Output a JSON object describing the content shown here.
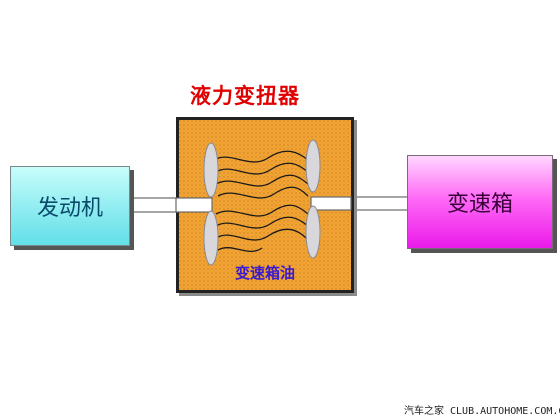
{
  "title": "液力变扭器",
  "engine_label": "发动机",
  "gearbox_label": "变速箱",
  "oil_label": "变速箱油",
  "footer_text": "汽车之家 CLUB.AUTOHOME.COM.CN",
  "colors": {
    "title": "#e00000",
    "converter_fill": "#f2a434",
    "engine_fill": "#8eecf0",
    "gearbox_fill": "#ff6cf6",
    "oil_label": "#3a1ad0"
  }
}
